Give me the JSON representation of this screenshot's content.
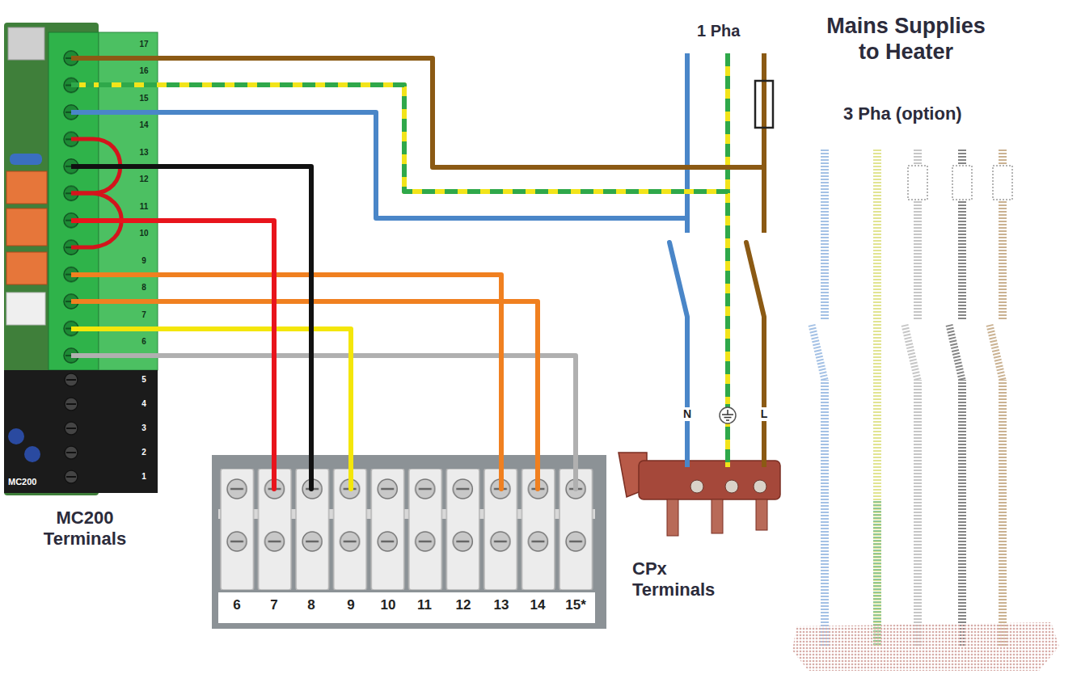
{
  "diagram": {
    "nodes": [
      {
        "text": [
          "MC200 Terminals"
        ]
      },
      {
        "text": [
          "6",
          "7",
          "8",
          "9",
          "10",
          "11",
          "12",
          "13",
          "14",
          "15*",
          "CPx Terminals"
        ]
      },
      {
        "text": [
          "N",
          "L"
        ]
      }
    ],
    "edges": [
      {
        "from": 0,
        "to": 2,
        "arrow": "none"
      },
      {
        "from": 0,
        "to": 2,
        "arrow": "none"
      },
      {
        "from": 0,
        "to": 2,
        "arrow": "none"
      },
      {
        "from": 0,
        "to": 1,
        "arrow": "none"
      },
      {
        "from": 0,
        "to": 1,
        "arrow": "none"
      },
      {
        "from": 0,
        "to": 1,
        "arrow": "none"
      },
      {
        "from": 0,
        "to": 1,
        "arrow": "none"
      },
      {
        "from": 0,
        "to": 1,
        "arrow": "none"
      },
      {
        "from": 0,
        "to": 1,
        "arrow": "none"
      }
    ],
    "labels": [
      "1 Pha",
      "Mains Supplies to Heater",
      "3 Pha (option)",
      "17",
      "16",
      "15",
      "14",
      "13",
      "12",
      "11",
      "10",
      "9",
      "8",
      "7",
      "6",
      "5",
      "4",
      "3",
      "2",
      "1",
      "MC200"
    ]
  }
}
